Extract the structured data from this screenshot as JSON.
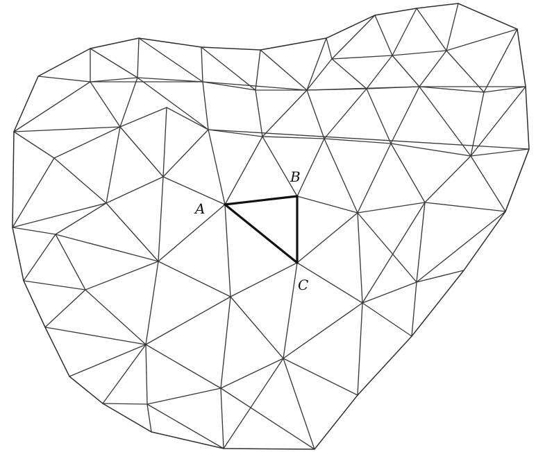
{
  "figure": {
    "stroke_color": "#3a3a3a",
    "highlight_color": "#111111",
    "background": "#ffffff"
  },
  "highlighted_triangle": {
    "labels": [
      "A",
      "B",
      "C"
    ]
  }
}
